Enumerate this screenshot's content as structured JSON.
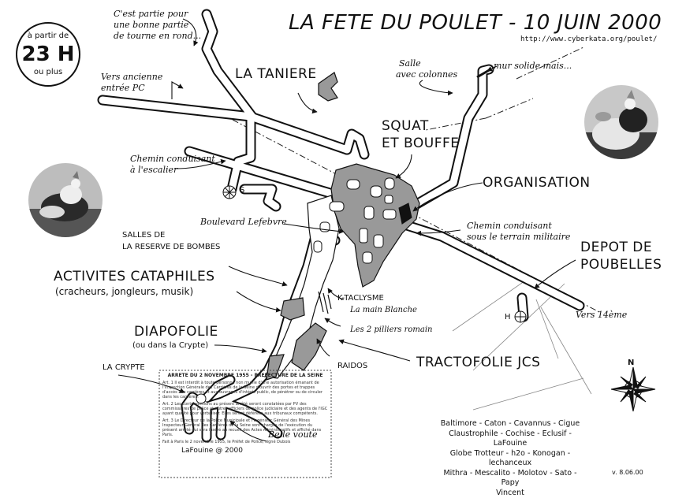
{
  "title": "LA FETE DU POULET - 10 JUIN 2000",
  "url": "http://www.cyberkata.org/poulet/",
  "badge": {
    "line1": "à partir de",
    "line2": "23 H",
    "line3": "ou plus"
  },
  "places": {
    "taniere": "LA TANIERE",
    "squat1": "SQUAT",
    "squat2": "ET BOUFFE",
    "organisation": "ORGANISATION",
    "depot1": "DEPOT DE",
    "depot2": "POUBELLES",
    "activites1": "ACTIVITES CATAPHILES",
    "activites2": "(cracheurs, jongleurs, musik)",
    "diapofolie1": "DIAPOFOLIE",
    "diapofolie2": "(ou dans la Crypte)",
    "tractofolie": "TRACTOFOLIE JCS",
    "salles1": "SALLES DE",
    "salles2": "LA RESERVE DE BOMBES",
    "crypte": "LA CRYPTE",
    "ktaclysme": "K-TACLYSME",
    "raidos": "RAIDOS"
  },
  "notes": {
    "cest1": "C'est partie pour",
    "cest2": "une bonne partie",
    "cest3": "de tourne en rond...",
    "salle1": "Salle",
    "salle2": "avec colonnes",
    "mur": "mur solide mais...",
    "ancienne1": "Vers ancienne",
    "ancienne2": "entrée PC",
    "chemin_esc1": "Chemin conduisant",
    "chemin_esc2": "à l'escalier",
    "boulevard": "Boulevard Lefebvre",
    "chemin_mil1": "Chemin conduisant",
    "chemin_mil2": "sous le terrain militaire",
    "main_blanche": "La main Blanche",
    "pilliers": "Les 2 pilliers romain",
    "vers14": "Vers 14ème",
    "belle_voute": "Belle voute",
    "copyright": "LaFouine @ 2000",
    "version": "v. 8.06.00",
    "s_marker": "S",
    "h_marker": "H",
    "north": "N"
  },
  "credits": [
    "Baltimore - Caton - Cavannus - Cigue",
    "Claustrophile - Cochise - Eclusif - LaFouine",
    "Globe Trotteur - h2o - Konogan - lechanceux",
    "Mithra - Mescalito - Molotov - Sato - Papy",
    "Vincent"
  ],
  "arrete": {
    "heading": "ARRETE DU 2 NOVEMBRE 1955 - PREFECTURE DE LA SEINE",
    "p1": "Art. 1 Il est interdit à toute personne non munie d'une autorisation émanant de l'Inspection Générale des Carrières de la Seine d'ouvrir des portes et trappes d'accès aux carrières et aux ouvrages d'intérêt public, de pénétrer ou de circuler dans les carrières.",
    "p2": "Art. 2 Les contraventions au présent arrêté seront constatées par PV des commissaires de police et autres officiers de police judiciaire et des agents de l'IGC ayant qualité pour verbaliser. Elles seront déférées aux tribunaux compétents.",
    "p3": "Art. 3 Le Directeur de la Police Municipale et l'Ingénieur Général des Mines Inspecteur Général des Carrières de la Seine sont chargés de l'exécution du présent arrêté qui sera inséré au recueil des Actes Administratifs et affiché dans Paris.",
    "sign": "Fait à Paris le 2 novembre 1955, le Préfet de Police, signé Dubois"
  }
}
